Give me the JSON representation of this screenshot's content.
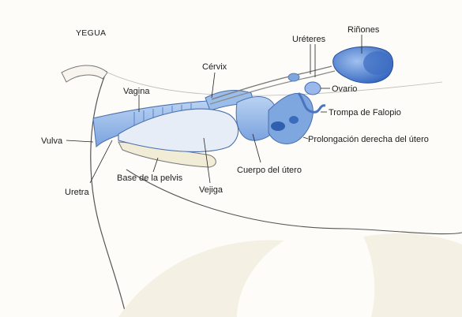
{
  "title": "YEGUA",
  "labels": {
    "vagina": "Vagina",
    "cervix": "Cérvix",
    "ureteres": "Uréteres",
    "rinones": "Riñones",
    "ovario": "Ovario",
    "trompa": "Trompa de Falopio",
    "prolongacion": "Prolongación derecha del útero",
    "cuerpo": "Cuerpo del útero",
    "vejiga": "Vejiga",
    "base_pelvis": "Base de la pelvis",
    "uretra": "Uretra",
    "vulva": "Vulva"
  },
  "colors": {
    "organ_fill": "#8fb4e6",
    "organ_dark": "#3f73c8",
    "bladder_fill": "#e7edf6",
    "pelvis_fill": "#f1ecd6",
    "outline": "#444444"
  }
}
